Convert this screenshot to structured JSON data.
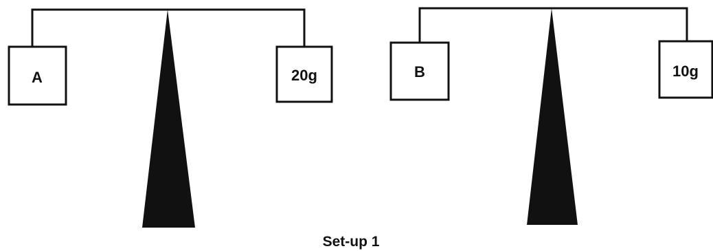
{
  "colors": {
    "ink": "#111111",
    "background": "#ffffff"
  },
  "balances": [
    {
      "left_label": "A",
      "right_label": "20g"
    },
    {
      "left_label": "B",
      "right_label": "10g"
    }
  ],
  "caption": "Set-up 1"
}
